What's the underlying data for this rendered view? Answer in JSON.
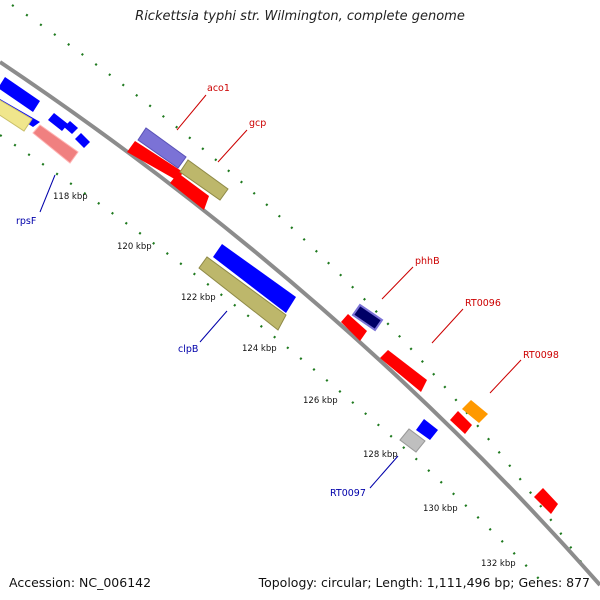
{
  "title": "Rickettsia typhi str. Wilmington, complete genome",
  "accession_text": "Accession: NC_006142",
  "topology_text": "Topology: circular; Length: 1,111,496 bp; Genes: 877",
  "colors": {
    "backbone": "#8c8c8c",
    "tick": "#1f7a1f",
    "forward_label": "#cc0000",
    "reverse_label": "#0000aa",
    "cds_red": "#ff0000",
    "blue": "#0000ff",
    "light_blue": "#7b72d6",
    "olive": "#bdb76b",
    "pale_yellow": "#f0e68c",
    "pink": "#f08080",
    "orange": "#ff9900",
    "gray": "#bfbfbf",
    "navy": "#000066"
  },
  "tick_labels": [
    "118 kbp",
    "120 kbp",
    "122 kbp",
    "124 kbp",
    "126 kbp",
    "128 kbp",
    "130 kbp",
    "132 kbp"
  ],
  "gene_labels": {
    "aco1": "aco1",
    "gcp": "gcp",
    "phhB": "phhB",
    "RT0096": "RT0096",
    "RT0098": "RT0098",
    "rpsF": "rpsF",
    "clpB": "clpB",
    "RT0097": "RT0097"
  }
}
